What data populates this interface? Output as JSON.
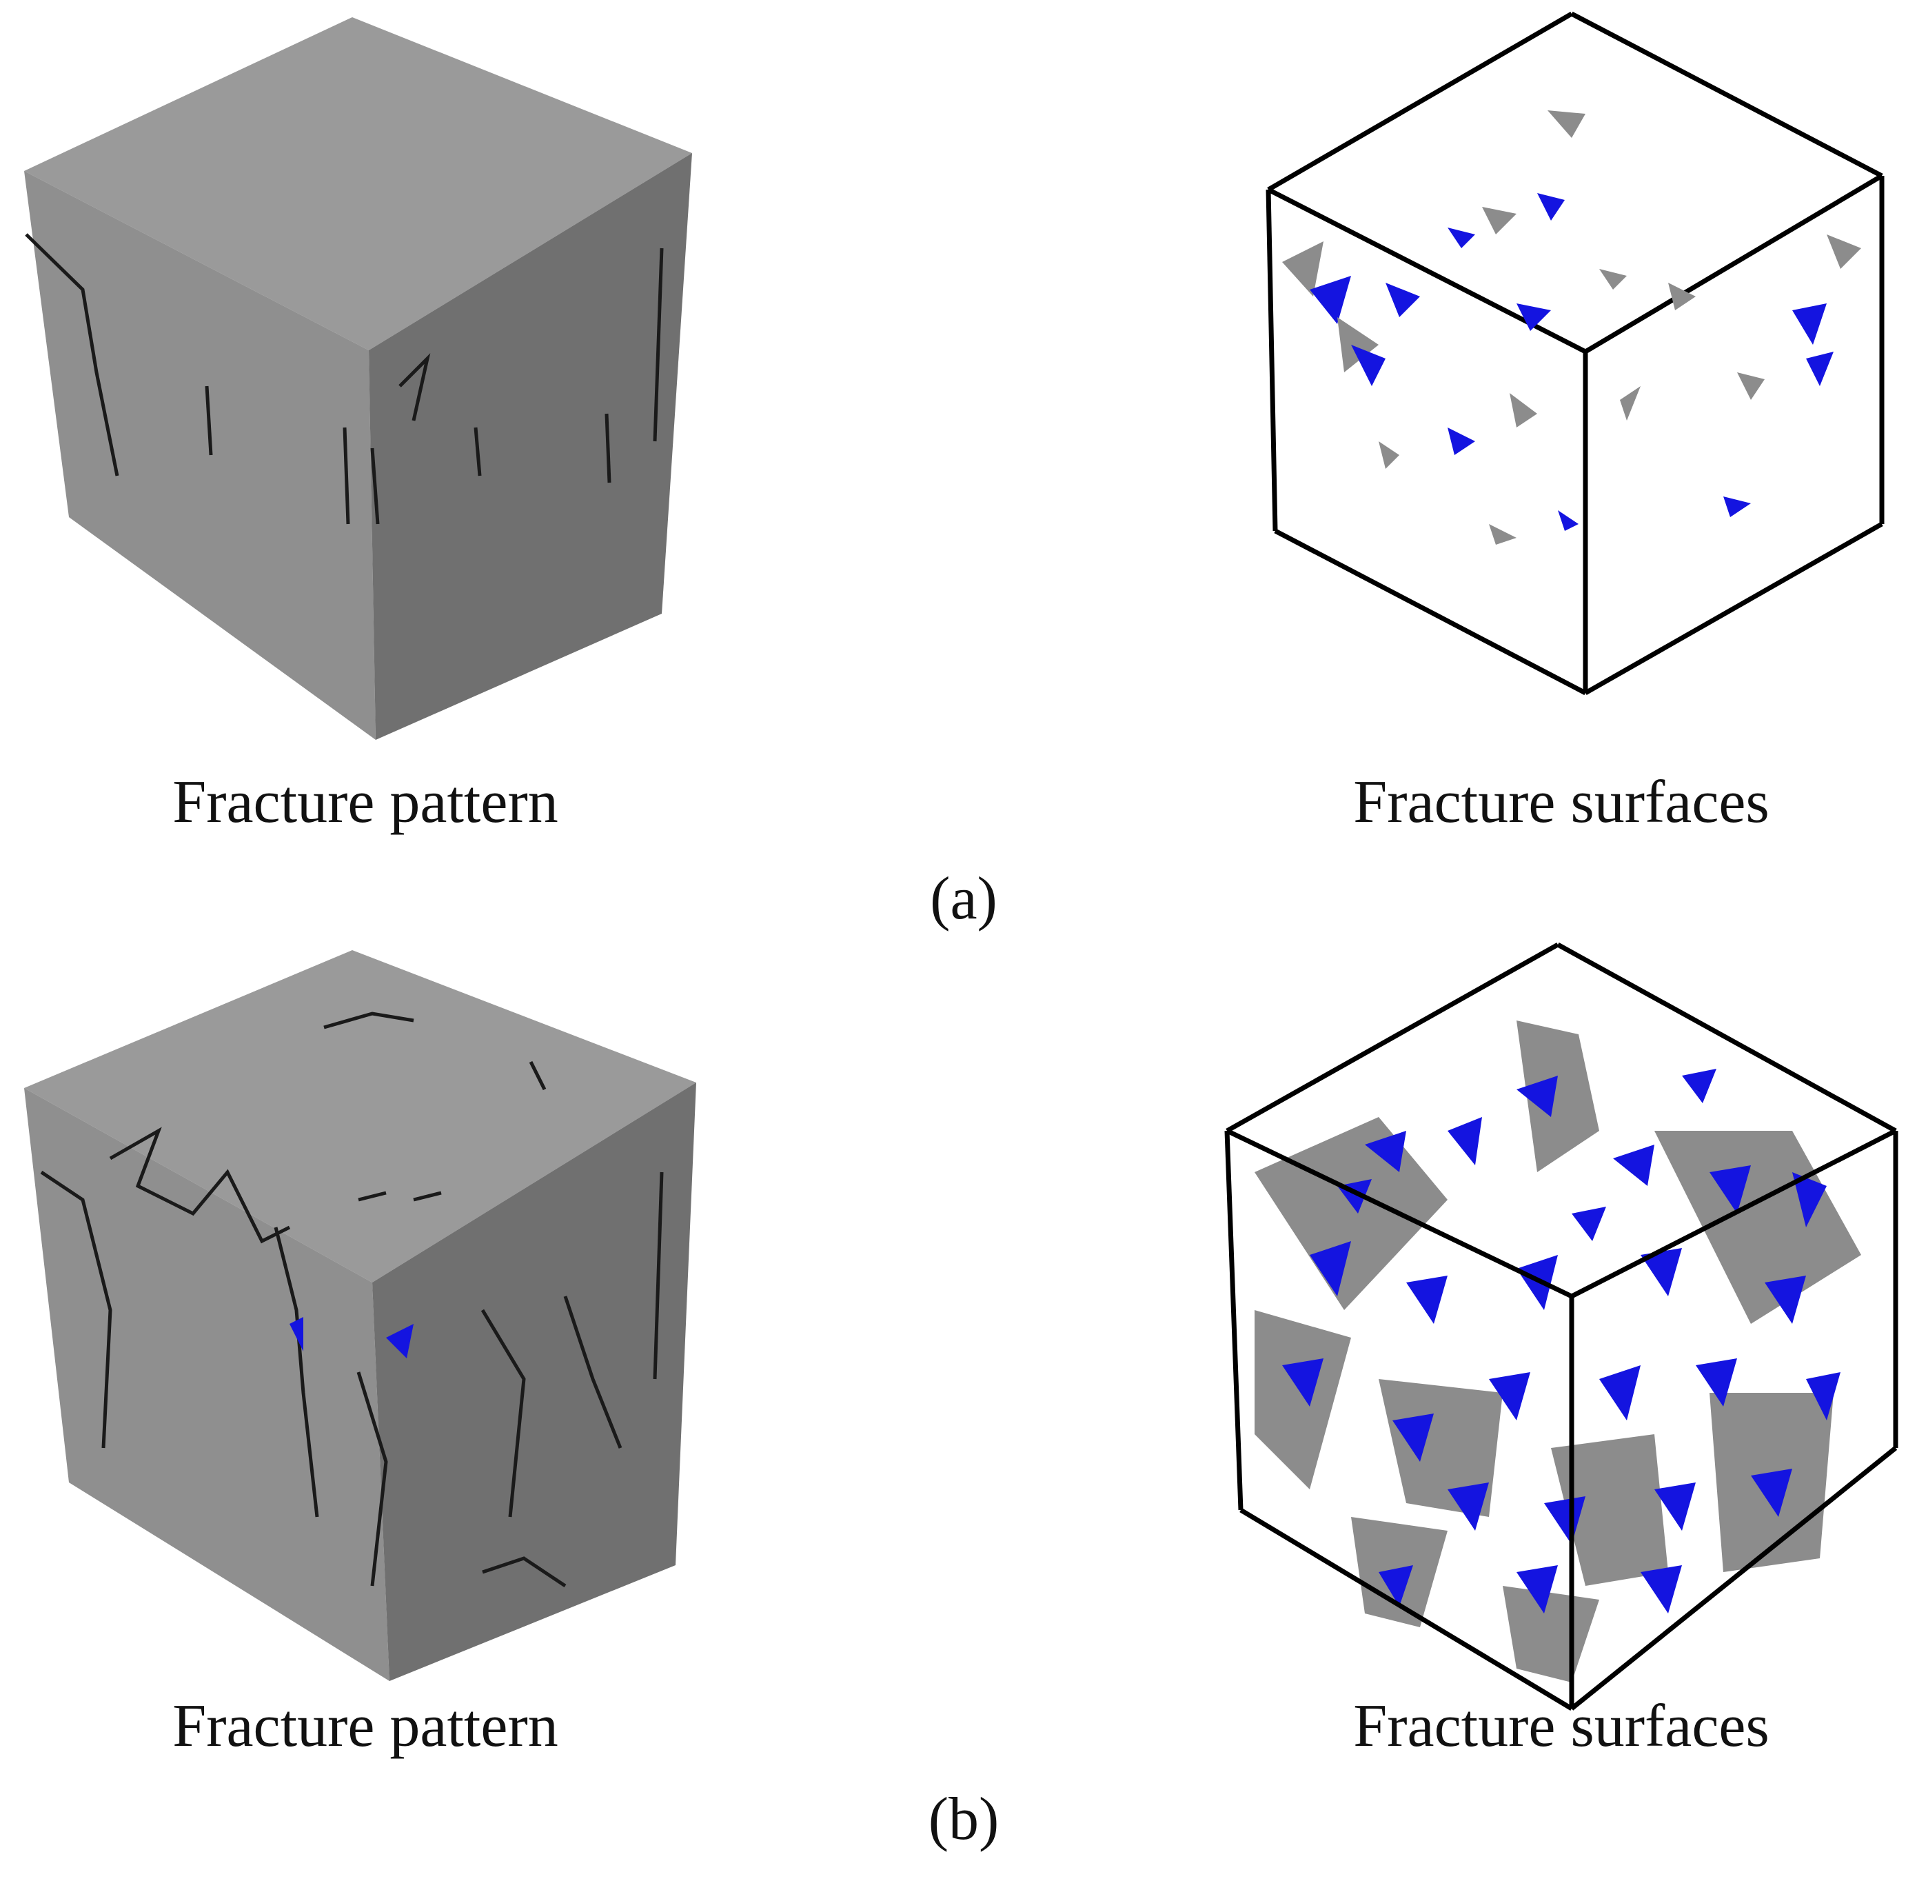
{
  "panels": [
    {
      "label": "(a)",
      "left_caption": "Fracture pattern",
      "right_caption": "Fracture surfaces"
    },
    {
      "label": "(b)",
      "left_caption": "Fracture pattern",
      "right_caption": "Fracture surfaces"
    }
  ],
  "colors": {
    "cube_top": "#9a9a9a",
    "cube_left": "#8e8e8e",
    "cube_right": "#6f6f6f",
    "crack": "#1a1a1a",
    "fragment_blue": "#1414e0",
    "fragment_gray": "#8c8c8c",
    "box_edge": "#000000"
  },
  "icons": [
    "cube-render",
    "wireframe-cube"
  ]
}
